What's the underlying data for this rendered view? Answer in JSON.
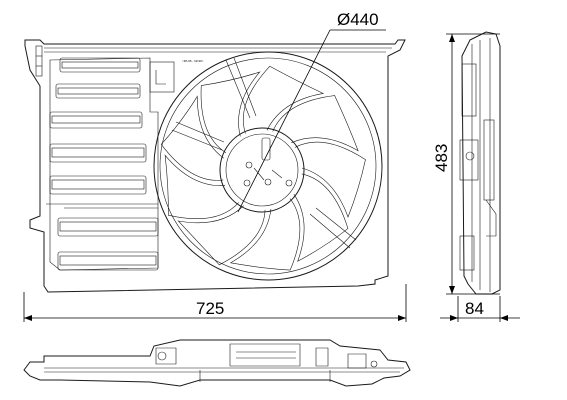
{
  "dimensions": {
    "diameter": "Ø440",
    "width": "725",
    "height": "483",
    "depth": "84"
  },
  "part_marking": "<PA 66 - GF30>"
}
